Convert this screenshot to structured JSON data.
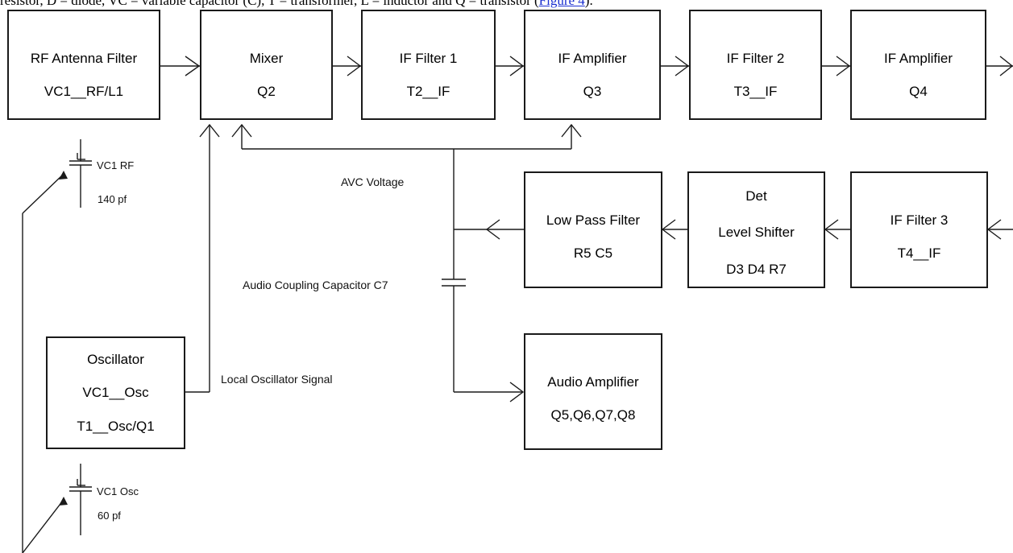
{
  "top_text": {
    "text": "resistor, D = diode, VC = variable capacitor (C), T = transformer, L = inductor and Q = transistor (",
    "link": "Figure 4",
    "suffix": ")."
  },
  "blocks": {
    "rf_filter": {
      "title": "RF Antenna Filter",
      "sub": "VC1__RF/L1"
    },
    "mixer": {
      "title": "Mixer",
      "sub": "Q2"
    },
    "if_filter_1": {
      "title": "IF Filter 1",
      "sub": "T2__IF"
    },
    "if_amp_1": {
      "title": "IF Amplifier",
      "sub": "Q3"
    },
    "if_filter_2": {
      "title": "IF Filter 2",
      "sub": "T3__IF"
    },
    "if_amp_2": {
      "title": "IF Amplifier",
      "sub": "Q4"
    },
    "if_filter_3": {
      "title": "IF Filter 3",
      "sub": "T4__IF"
    },
    "detector": {
      "line1": "Det",
      "line2": "Level Shifter",
      "line3": "D3 D4 R7"
    },
    "low_pass": {
      "title": "Low Pass Filter",
      "sub": "R5 C5"
    },
    "audio_amp": {
      "title": "Audio Amplifier",
      "sub": "Q5,Q6,Q7,Q8"
    },
    "oscillator": {
      "line1": "Oscillator",
      "line2": "VC1__Osc",
      "line3": "T1__Osc/Q1"
    }
  },
  "labels": {
    "vc1_rf": "VC1 RF",
    "vc1_rf_value": "140 pf",
    "vc1_osc": "VC1 Osc",
    "vc1_osc_value": "60 pf",
    "avc_voltage": "AVC Voltage",
    "audio_coupling": "Audio Coupling Capacitor C7",
    "local_osc_signal": "Local Oscillator Signal"
  },
  "colors": {
    "line": "#1a1a1a",
    "link": "#1a2fd0"
  }
}
